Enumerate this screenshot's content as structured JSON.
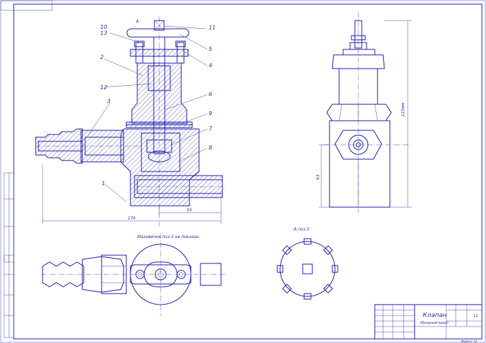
{
  "drawing": {
    "title": "Клапан",
    "subtitle": "(Вохдный кран)",
    "view_note_bottom": "Маховичок поз.5 не показан",
    "view_note_detail": "А поз.5",
    "view_marker": "А",
    "dim_overall_length": "170",
    "dim_outlet": "55",
    "dim_height": "123мм",
    "dim_side": "63",
    "sheet_number": "11",
    "format_label": "Формат",
    "format_value": "А3"
  },
  "callouts": [
    "10",
    "13",
    "2",
    "12",
    "3",
    "1",
    "11",
    "5",
    "4",
    "6",
    "9",
    "7",
    "8"
  ]
}
